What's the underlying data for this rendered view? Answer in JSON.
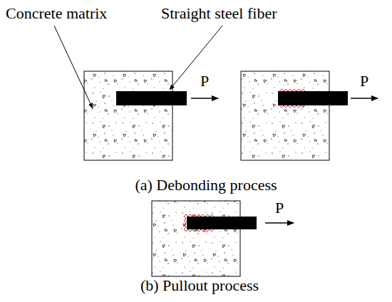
{
  "diagram": {
    "labels": [
      "Concrete matrix",
      "Straight steel fiber",
      "P",
      "P",
      "(a) Debonding process",
      "P",
      "(b) Pullout process"
    ]
  }
}
